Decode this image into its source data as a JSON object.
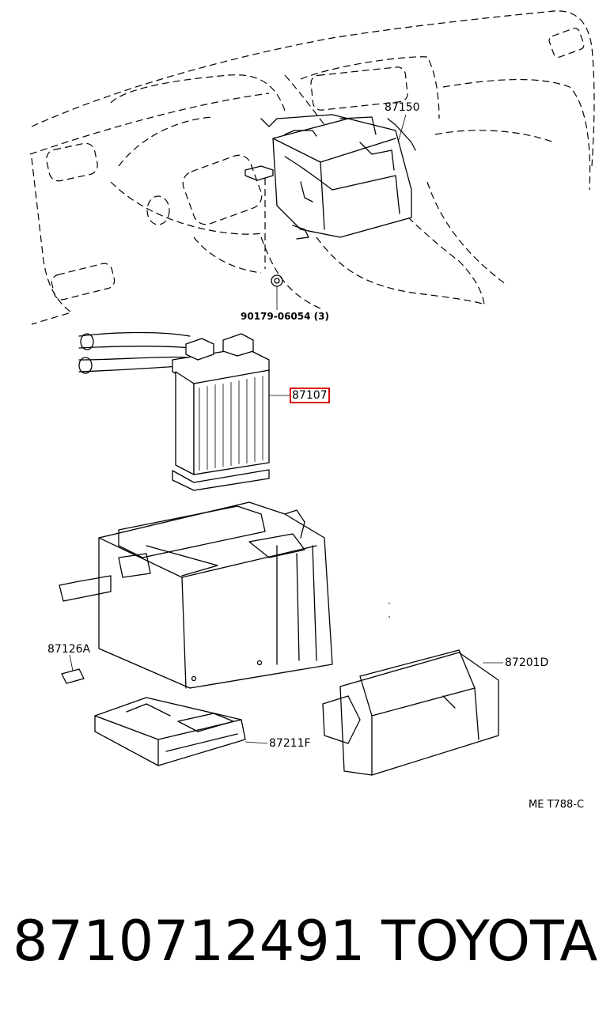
{
  "labels": {
    "blower_case": "87150",
    "clip": "90179-06054 (3)",
    "heater_core": "87107",
    "clamp": "87126A",
    "duct_a": "87201D",
    "duct_b": "87211F",
    "ref_code": "ME  T788-C"
  },
  "footer": {
    "part_number": "8710712491",
    "brand": "TOYOTA"
  },
  "colors": {
    "highlight": "#e00000",
    "ink": "#000000",
    "background": "#ffffff"
  }
}
